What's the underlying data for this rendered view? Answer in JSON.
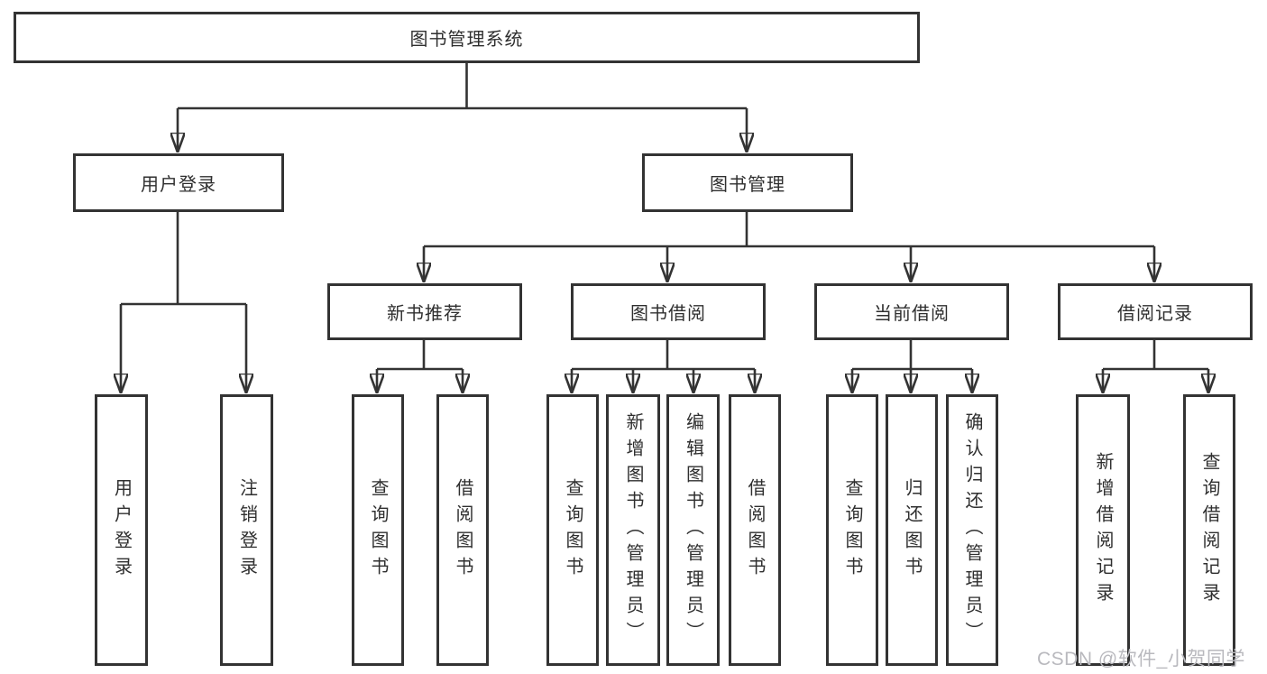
{
  "colors": {
    "box_border": "#333333",
    "box_fill": "#ffffff",
    "text": "#2f2f2f",
    "connector": "#333333",
    "watermark": "#b9b9be"
  },
  "diagram": {
    "title": {
      "label": "图书管理系统"
    },
    "level2": {
      "user_login": {
        "label": "用户登录"
      },
      "book_management": {
        "label": "图书管理"
      }
    },
    "level3": {
      "new_book_recommend": {
        "label": "新书推荐"
      },
      "book_borrow": {
        "label": "图书借阅"
      },
      "current_borrow": {
        "label": "当前借阅"
      },
      "borrow_records": {
        "label": "借阅记录"
      }
    },
    "leaves": {
      "user_login": [
        "用户登录",
        "注销登录"
      ],
      "new_book_recommend": [
        "查询图书",
        "借阅图书"
      ],
      "book_borrow": [
        "查询图书",
        "新增图书（管理员）",
        "编辑图书（管理员）",
        "借阅图书"
      ],
      "current_borrow": [
        "查询图书",
        "归还图书",
        "确认归还（管理员）"
      ],
      "borrow_records": [
        "新增借阅记录",
        "查询借阅记录"
      ]
    }
  },
  "watermark": {
    "text": "CSDN @软件_小贺同学"
  }
}
